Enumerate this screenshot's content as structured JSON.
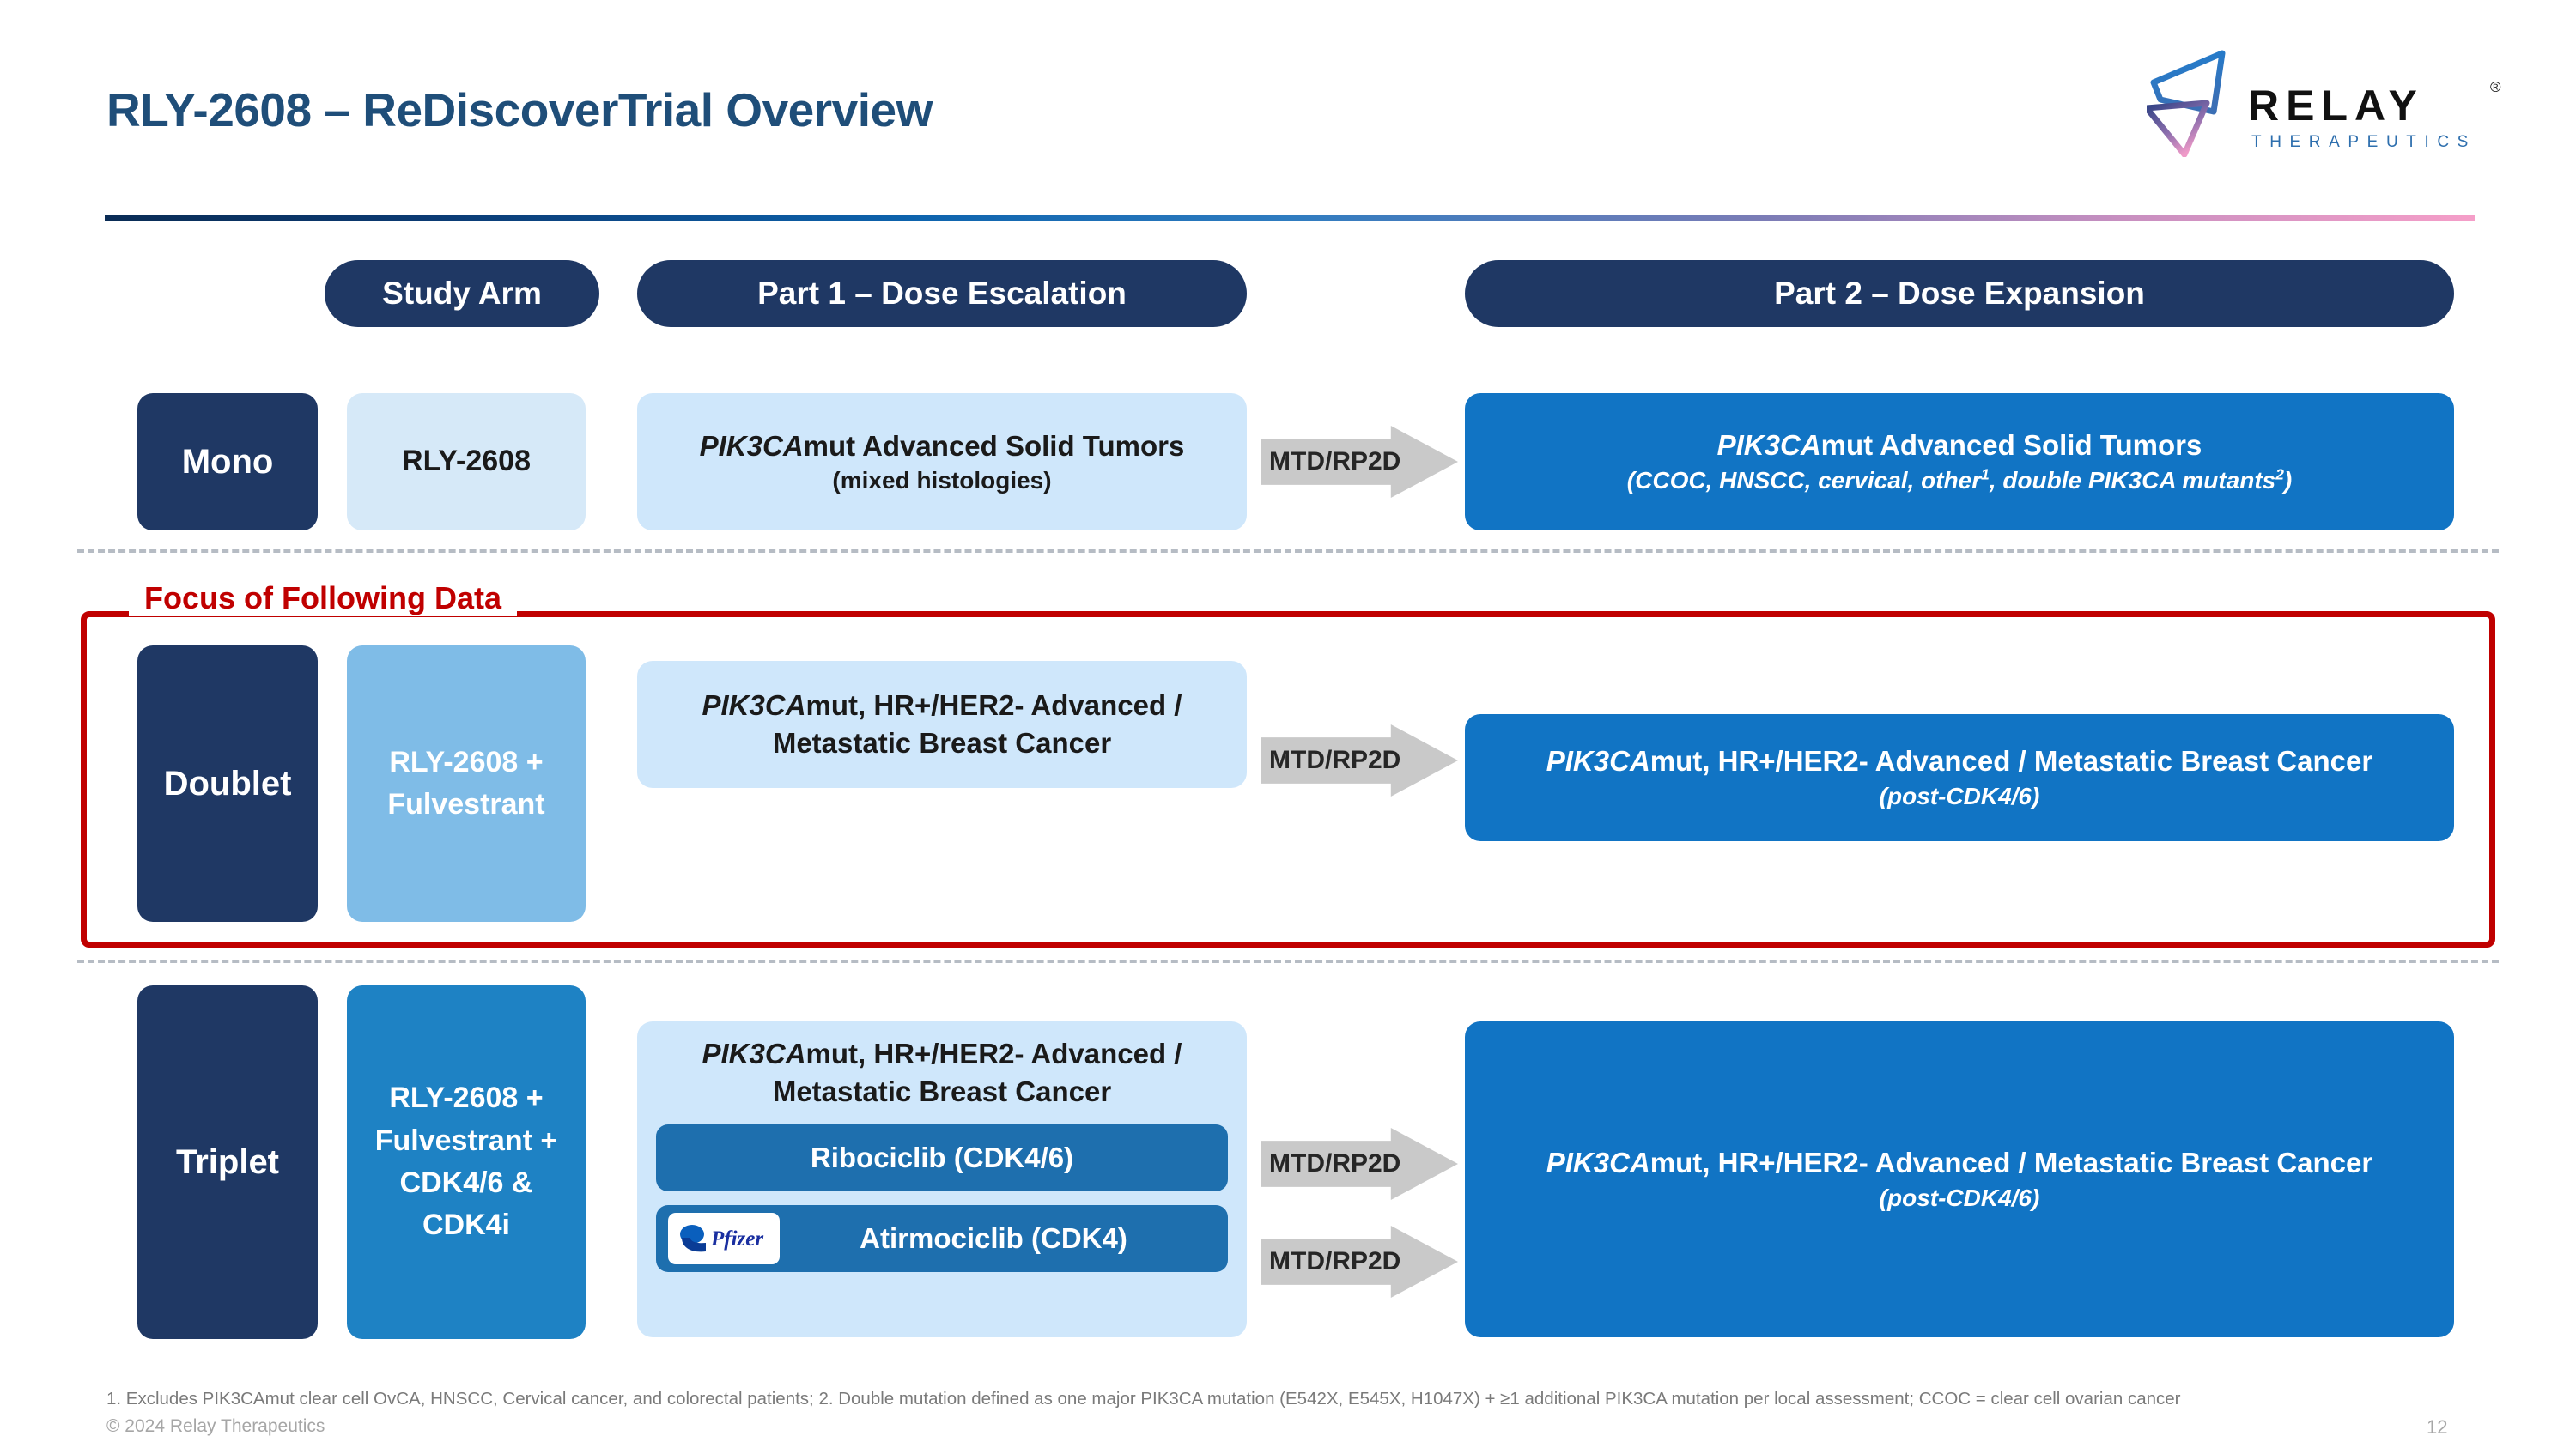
{
  "slide": {
    "title": "RLY-2608 – ReDiscoverTrial Overview",
    "page_number": "12",
    "copyright": "© 2024 Relay Therapeutics",
    "footnote": "1. Excludes PIK3CAmut clear cell OvCA, HNSCC, Cervical cancer, and colorectal patients;  2. Double mutation defined as one major PIK3CA mutation (E542X, E545X, H1047X) + ≥1 additional PIK3CA mutation per local assessment;  CCOC = clear cell ovarian cancer"
  },
  "logo": {
    "wordmark": "RELAY",
    "registered": "®",
    "subtitle": "THERAPEUTICS",
    "mark_colors": [
      "#1f6fc0",
      "#2f4a8c",
      "#e48fbe"
    ]
  },
  "colors": {
    "title_navy": "#1F4E79",
    "pill_navy": "#1F3864",
    "part1_light": "#CFE7FB",
    "part2_blue": "#1174C4",
    "combo_blue": "#1E6FAE",
    "arrow_gray": "#C9C9C9",
    "focus_red": "#C00000",
    "drug_mono": "#D6E9F8",
    "drug_doublet": "#7FBCE7",
    "drug_triplet": "#1E82C4"
  },
  "headers": {
    "study_arm": "Study Arm",
    "part1": "Part 1 – Dose Escalation",
    "part2": "Part 2 – Dose Expansion"
  },
  "focus_callout": {
    "label": "Focus of Following Data"
  },
  "arrows": {
    "label": "MTD/RP2D"
  },
  "rows": {
    "mono": {
      "arm": "Mono",
      "drug": "RLY-2608",
      "part1_title_italic": "PIK3CA",
      "part1_title_rest": "mut Advanced Solid Tumors",
      "part1_sub": "(mixed histologies)",
      "part2_title_italic": "PIK3CA",
      "part2_title_rest": "mut Advanced Solid Tumors",
      "part2_sub_pre": "(CCOC, HNSCC, cervical, other",
      "part2_sup_1": "1",
      "part2_sub_mid": ", double PIK3CA mutants",
      "part2_sup_2": "2",
      "part2_sub_post": ")"
    },
    "doublet": {
      "arm": "Doublet",
      "drug": "RLY-2608 + Fulvestrant",
      "part1_title_italic": "PIK3CA",
      "part1_title_rest": "mut, HR+/HER2- Advanced / Metastatic Breast Cancer",
      "part2_title_italic": "PIK3CA",
      "part2_title_rest": "mut, HR+/HER2- Advanced / Metastatic Breast Cancer",
      "part2_sub": "(post-CDK4/6)"
    },
    "triplet": {
      "arm": "Triplet",
      "drug": "RLY-2608 + Fulvestrant  + CDK4/6 & CDK4i",
      "part1_title_italic": "PIK3CA",
      "part1_title_rest": "mut, HR+/HER2- Advanced / Metastatic Breast Cancer",
      "combos": [
        {
          "label": "Ribociclib (CDK4/6)",
          "partner_logo": null
        },
        {
          "label": "Atirmociclib (CDK4)",
          "partner_logo": "Pfizer"
        }
      ],
      "part2_title_italic": "PIK3CA",
      "part2_title_rest": "mut, HR+/HER2- Advanced / Metastatic Breast Cancer",
      "part2_sub": "(post-CDK4/6)"
    }
  }
}
